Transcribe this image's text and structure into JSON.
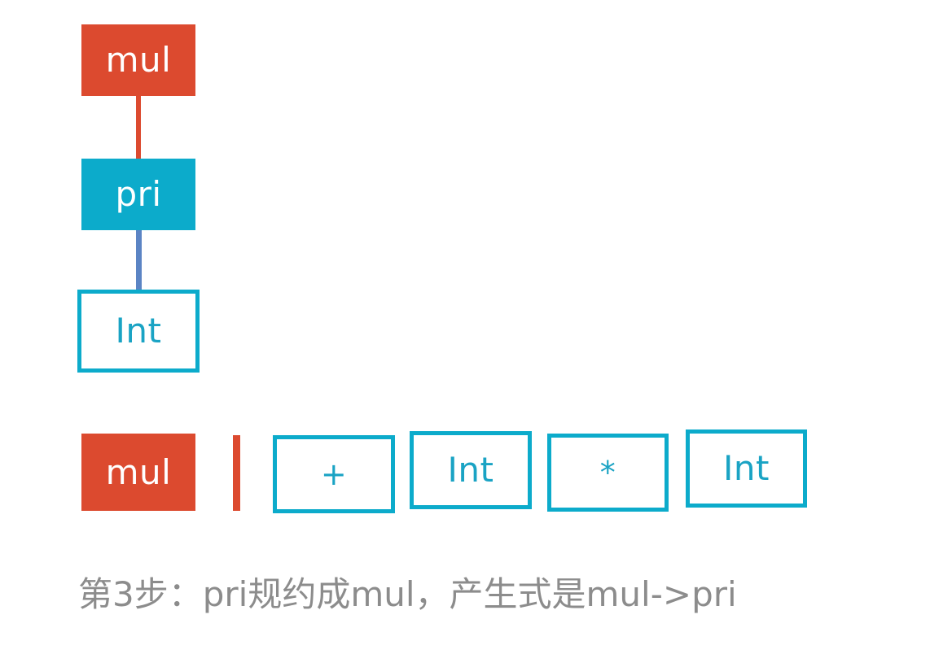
{
  "figure": {
    "caption": "第3步：pri规约成mul，产生式是mul->pri",
    "colors": {
      "red_fill": "#DC4A2F",
      "cyan_fill": "#0CABCB",
      "cyan_outline": "#0CABCB",
      "cyan_text": "#1AA3C4",
      "connector_red": "#DC4A2F",
      "connector_blue": "#5B84C4",
      "caption_text": "#8C8C8C",
      "background": "#FFFFFF"
    }
  },
  "tree": {
    "nodes": [
      {
        "label": "mul",
        "style": "filled-red"
      },
      {
        "label": "pri",
        "style": "filled-cyan"
      },
      {
        "label": "Int",
        "style": "outline-cyan"
      }
    ],
    "edges": [
      {
        "from": "mul",
        "to": "pri",
        "color": "#DC4A2F"
      },
      {
        "from": "pri",
        "to": "Int",
        "color": "#5B84C4"
      }
    ]
  },
  "stack_row": {
    "stack_items": [
      {
        "label": "mul",
        "style": "filled-red"
      }
    ],
    "separator": "|",
    "input_items": [
      {
        "label": "+",
        "style": "outline-cyan"
      },
      {
        "label": "Int",
        "style": "outline-cyan"
      },
      {
        "label": "*",
        "style": "outline-cyan"
      },
      {
        "label": "Int",
        "style": "outline-cyan"
      }
    ]
  }
}
